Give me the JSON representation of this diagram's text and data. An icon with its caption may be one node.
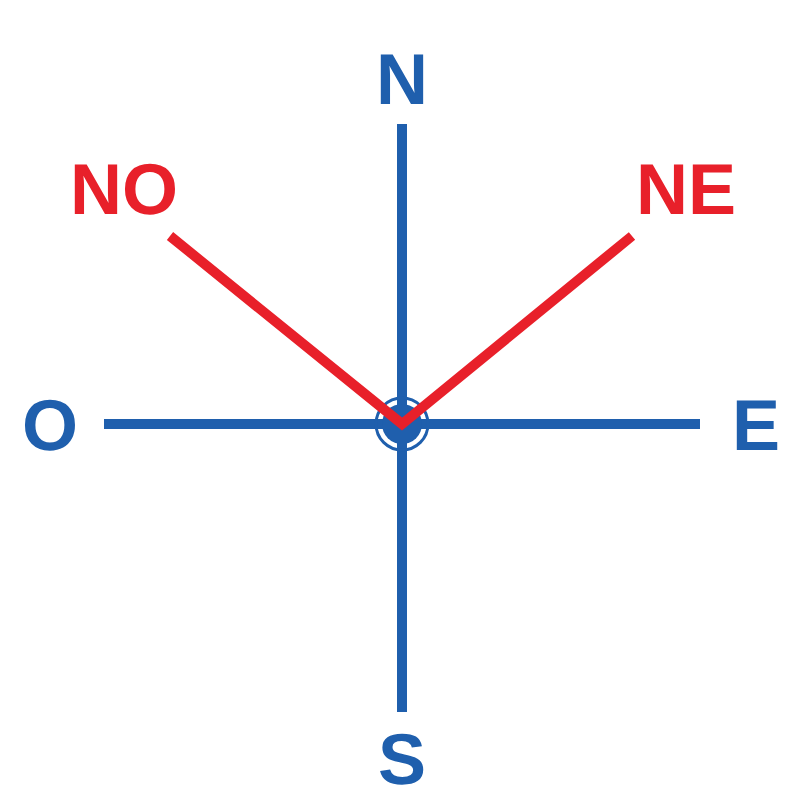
{
  "diagram": {
    "labels": [
      "N",
      "NO",
      "NE",
      "O",
      "E",
      "S"
    ]
  }
}
